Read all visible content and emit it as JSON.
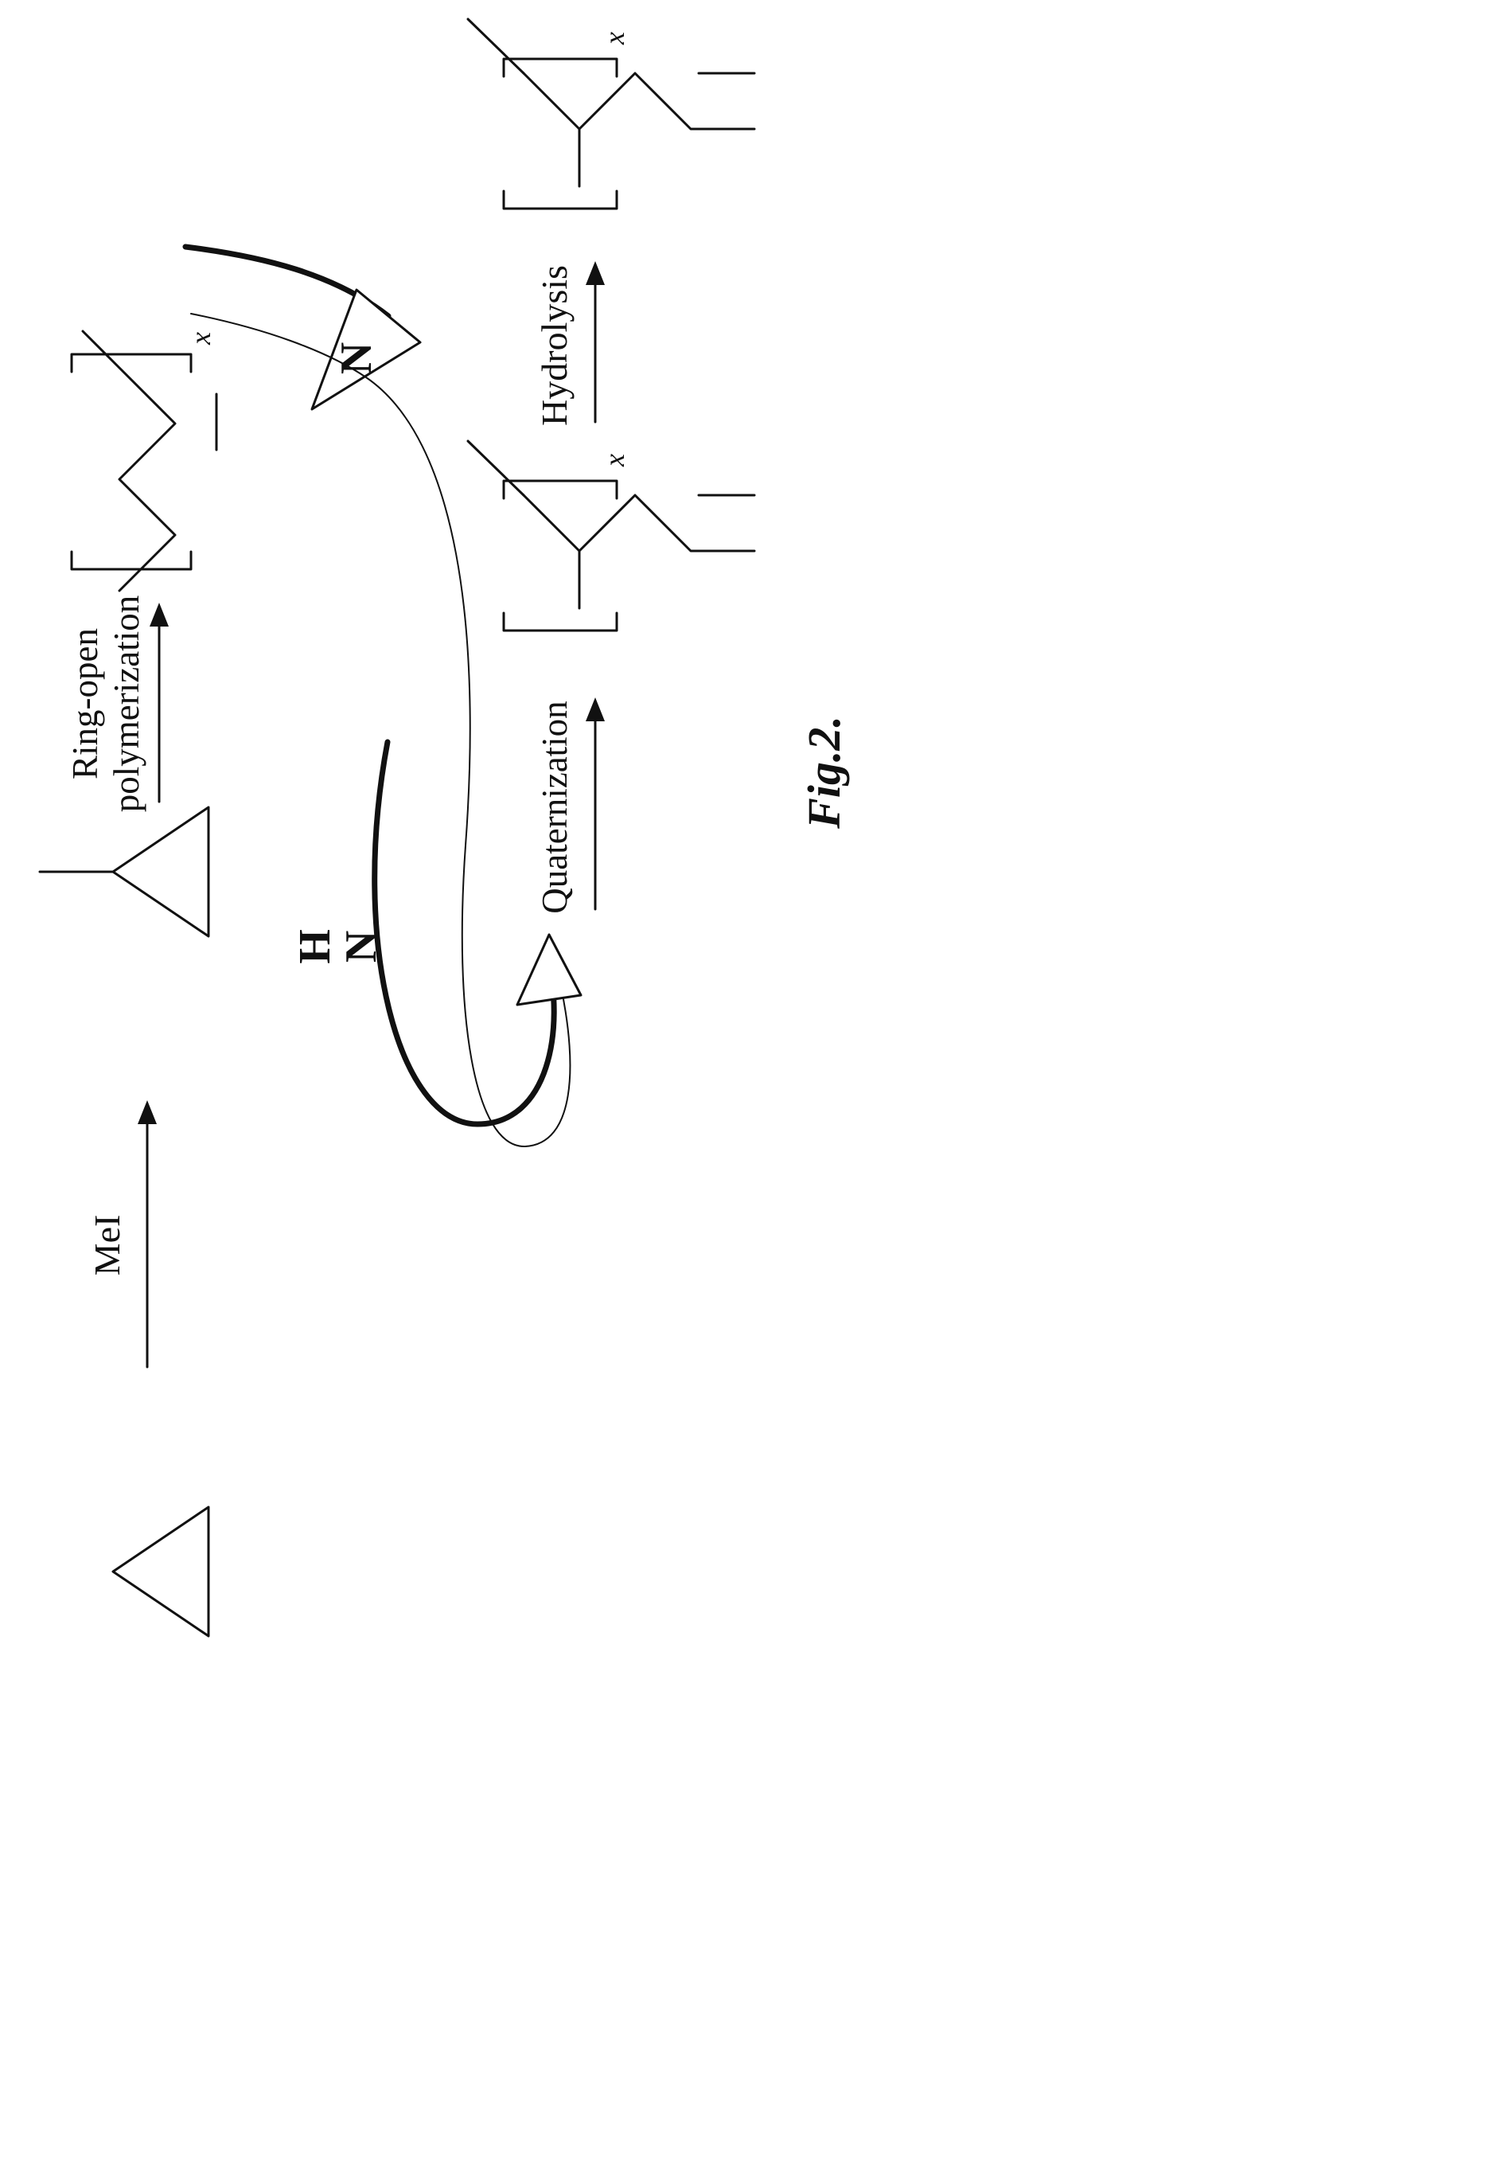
{
  "figure": {
    "caption": "Fig.2.",
    "labels": {
      "mei": "MeI",
      "ring_open_line1": "Ring-open",
      "ring_open_line2": "polymerization",
      "hydrolysis": "Hydrolysis",
      "quaternization": "Quaternization",
      "coil_n": "N",
      "coil_h": "H",
      "coil_nh_n": "N",
      "subscript_x": "x"
    },
    "colors": {
      "ink": "#111111",
      "paper": "#ffffff"
    }
  }
}
